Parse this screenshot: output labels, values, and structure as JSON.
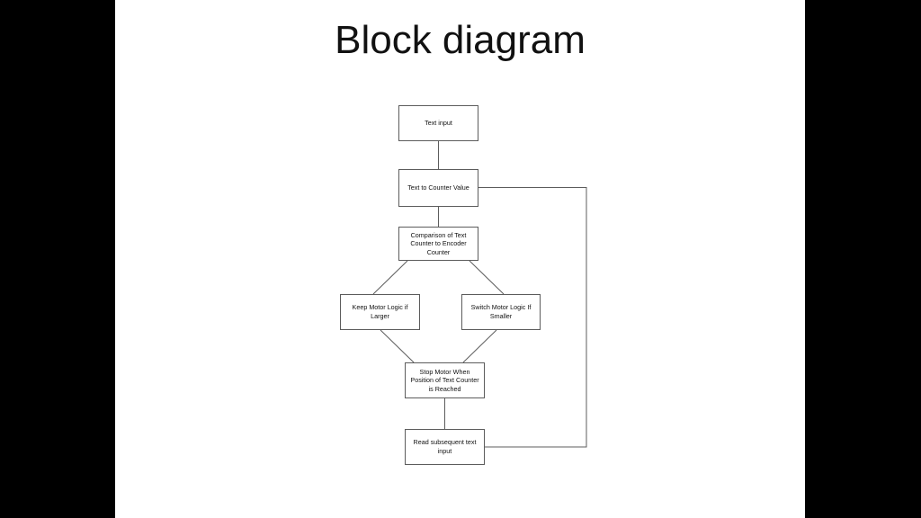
{
  "slide": {
    "title": "Block diagram",
    "background_color": "#ffffff",
    "letterbox_color": "#000000",
    "text_color": "#111111",
    "line_color": "#5c5c5c"
  },
  "diagram": {
    "type": "flowchart",
    "nodes": [
      {
        "id": "text-input",
        "label": "Text input"
      },
      {
        "id": "text-to-counter-value",
        "label": "Text to Counter Value"
      },
      {
        "id": "comparison",
        "label": "Comparison of Text Counter to Encoder Counter"
      },
      {
        "id": "keep-motor-logic",
        "label": "Keep Motor Logic if Larger"
      },
      {
        "id": "switch-motor-logic",
        "label": "Switch Motor Logic If Smaller"
      },
      {
        "id": "stop-motor",
        "label": "Stop Motor When Position of Text Counter is Reached"
      },
      {
        "id": "read-subsequent",
        "label": "Read subsequent text input"
      }
    ],
    "edges": [
      {
        "from": "text-input",
        "to": "text-to-counter-value"
      },
      {
        "from": "text-to-counter-value",
        "to": "comparison"
      },
      {
        "from": "comparison",
        "to": "keep-motor-logic"
      },
      {
        "from": "comparison",
        "to": "switch-motor-logic"
      },
      {
        "from": "keep-motor-logic",
        "to": "stop-motor"
      },
      {
        "from": "switch-motor-logic",
        "to": "stop-motor"
      },
      {
        "from": "stop-motor",
        "to": "read-subsequent"
      },
      {
        "from": "read-subsequent",
        "to": "text-to-counter-value"
      }
    ]
  }
}
